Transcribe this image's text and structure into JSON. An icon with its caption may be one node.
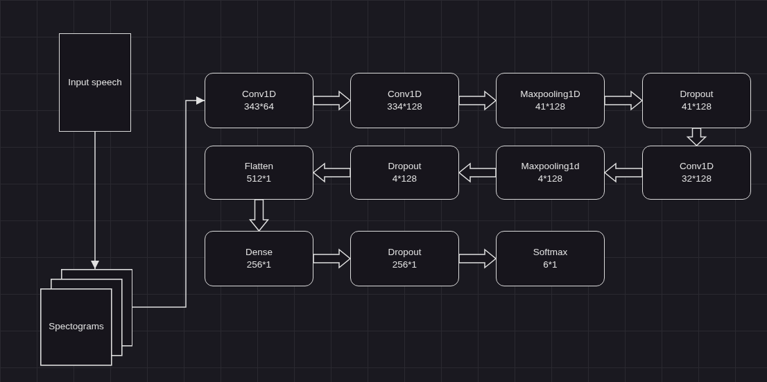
{
  "diagram": {
    "nodes": [
      {
        "text": [
          "Input speech"
        ]
      },
      {
        "text": [
          "Spectograms"
        ]
      },
      {
        "text": [
          "Conv1D",
          "343*64"
        ]
      },
      {
        "text": [
          "Conv1D",
          "334*128"
        ]
      },
      {
        "text": [
          "Maxpooling1D",
          "41*128"
        ]
      },
      {
        "text": [
          "Dropout",
          "41*128"
        ]
      },
      {
        "text": [
          "Conv1D",
          "32*128"
        ]
      },
      {
        "text": [
          "Maxpooling1d",
          "4*128"
        ]
      },
      {
        "text": [
          "Dropout",
          "4*128"
        ]
      },
      {
        "text": [
          "Flatten",
          "512*1"
        ]
      },
      {
        "text": [
          "Dense",
          "256*1"
        ]
      },
      {
        "text": [
          "Dropout",
          "256*1"
        ]
      },
      {
        "text": [
          "Softmax",
          "6*1"
        ]
      }
    ],
    "edges": [
      {
        "from": 0,
        "to": 1,
        "arrow": "to"
      },
      {
        "from": 1,
        "to": 2,
        "arrow": "to"
      },
      {
        "from": 2,
        "to": 3,
        "arrow": "to",
        "style": "thick"
      },
      {
        "from": 3,
        "to": 4,
        "arrow": "to",
        "style": "thick"
      },
      {
        "from": 4,
        "to": 5,
        "arrow": "to",
        "style": "thick"
      },
      {
        "from": 5,
        "to": 6,
        "arrow": "to",
        "style": "thick"
      },
      {
        "from": 6,
        "to": 7,
        "arrow": "to",
        "style": "thick"
      },
      {
        "from": 7,
        "to": 8,
        "arrow": "to",
        "style": "thick"
      },
      {
        "from": 8,
        "to": 9,
        "arrow": "to",
        "style": "thick"
      },
      {
        "from": 9,
        "to": 10,
        "arrow": "to",
        "style": "thick"
      },
      {
        "from": 10,
        "to": 11,
        "arrow": "to",
        "style": "thick"
      },
      {
        "from": 11,
        "to": 12,
        "arrow": "to",
        "style": "thick"
      }
    ]
  }
}
